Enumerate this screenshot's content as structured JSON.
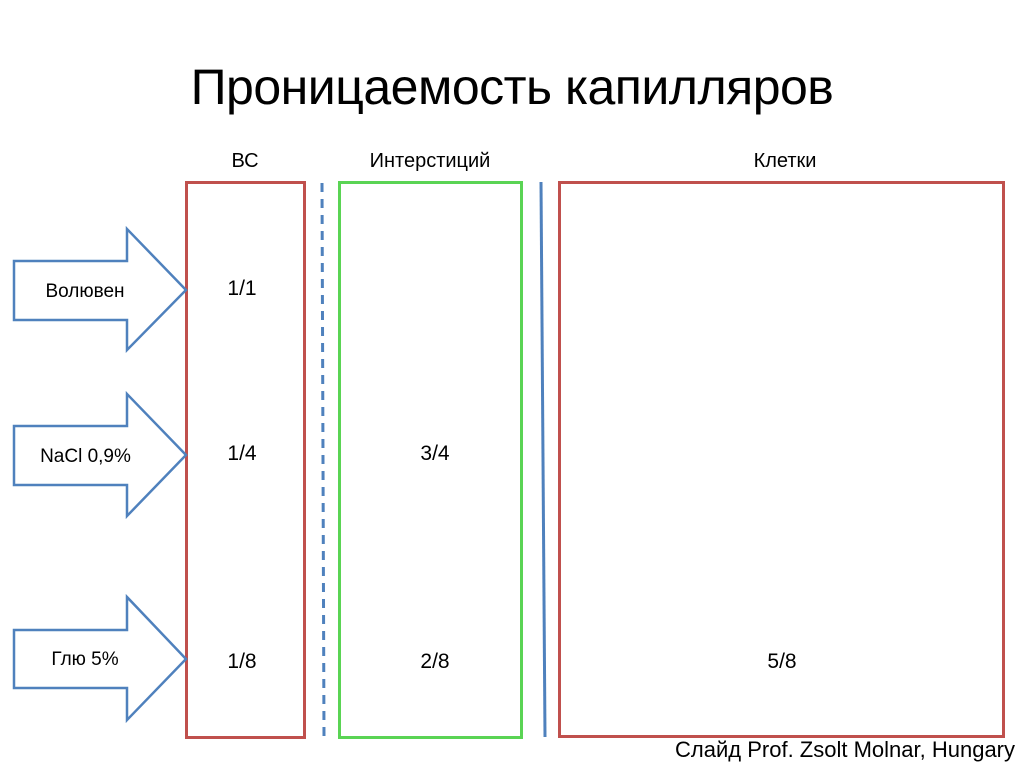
{
  "title": "Проницаемость капилляров",
  "columns": [
    {
      "label": "ВС",
      "border_color": "#c0504d"
    },
    {
      "label": "Интерстиций",
      "border_color": "#5ad454"
    },
    {
      "label": "Клетки",
      "border_color": "#c0504d"
    }
  ],
  "membranes": [
    {
      "type": "dashed",
      "color": "#4f81bd",
      "between": [
        "ВС",
        "Интерстиций"
      ]
    },
    {
      "type": "solid",
      "color": "#4f81bd",
      "between": [
        "Интерстиций",
        "Клетки"
      ]
    }
  ],
  "rows": [
    {
      "infusion": "Волювен",
      "vs": "1/1",
      "interstitium": "",
      "cells": ""
    },
    {
      "infusion": "NaCl 0,9%",
      "vs": "1/4",
      "interstitium": "3/4",
      "cells": ""
    },
    {
      "infusion": "Глю 5%",
      "vs": "1/8",
      "interstitium": "2/8",
      "cells": "5/8"
    }
  ],
  "arrow_color": "#4f81bd",
  "credit": "Слайд Prof. Zsolt Molnar, Hungary"
}
